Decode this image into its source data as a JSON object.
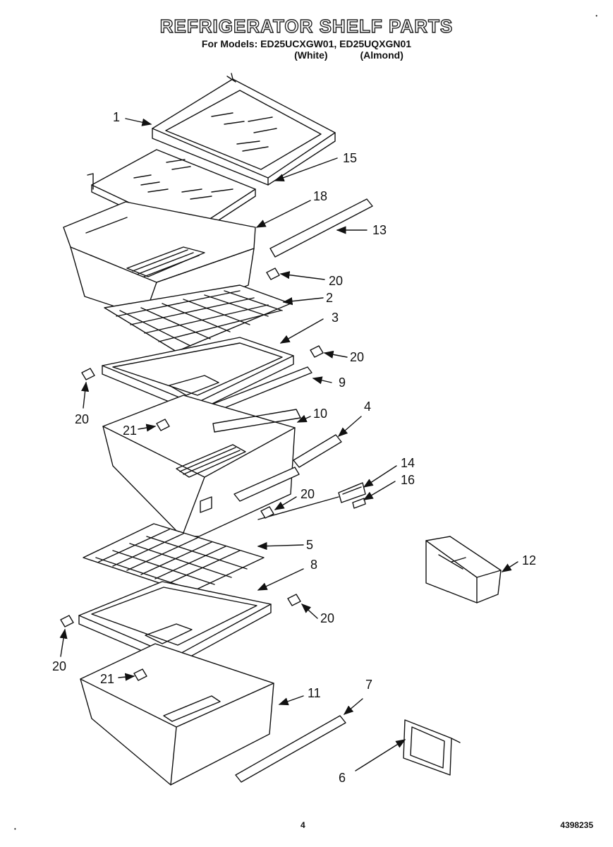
{
  "header": {
    "title": "REFRIGERATOR SHELF PARTS",
    "models": "For Models: ED25UCXGW01, ED25UQXGN01",
    "variant_white": "(White)",
    "variant_almond": "(Almond)"
  },
  "callouts": {
    "c1": "1",
    "c15": "15",
    "c18": "18",
    "c13": "13",
    "c20a": "20",
    "c2": "2",
    "c3": "3",
    "c20b": "20",
    "c9": "9",
    "c20c": "20",
    "c21a": "21",
    "c10": "10",
    "c4": "4",
    "c14": "14",
    "c16": "16",
    "c20d": "20",
    "c5": "5",
    "c12": "12",
    "c8": "8",
    "c20e": "20",
    "c20f": "20",
    "c21b": "21",
    "c11": "11",
    "c7": "7",
    "c6": "6"
  },
  "footer": {
    "page_number": "4",
    "doc_number": "4398235"
  },
  "marks": {
    "corner": "•"
  }
}
